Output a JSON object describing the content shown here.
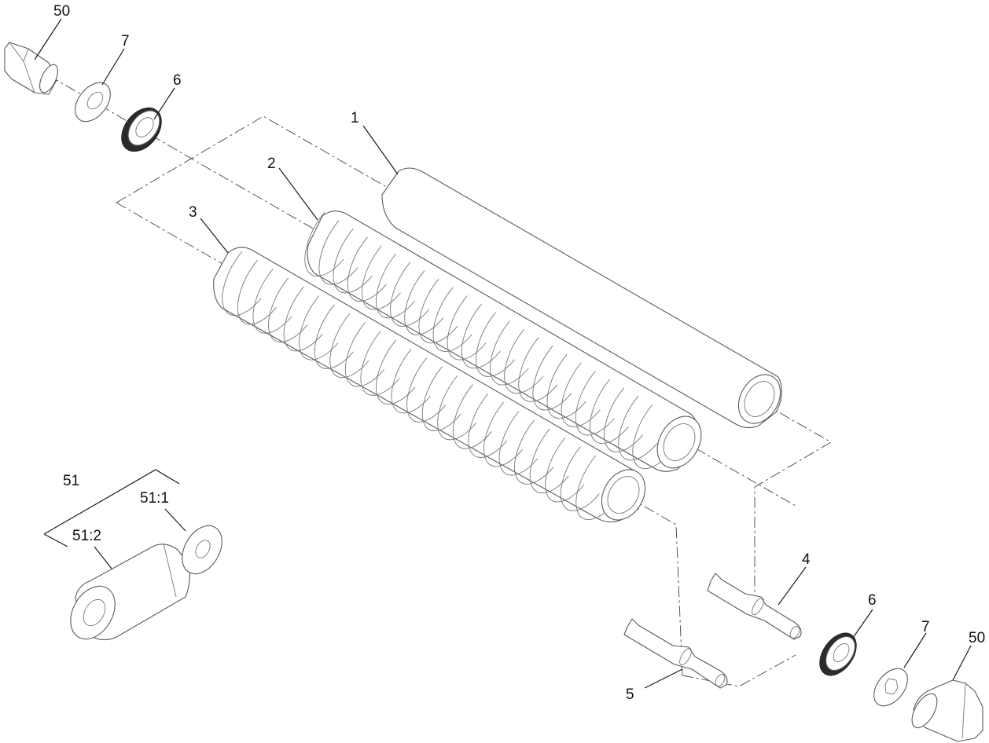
{
  "callouts": {
    "c50a": "50",
    "c7a": "7",
    "c6a": "6",
    "c1": "1",
    "c2": "2",
    "c3": "3",
    "c51": "51",
    "c51_1": "51:1",
    "c51_2": "51:2",
    "c4": "4",
    "c6b": "6",
    "c7b": "7",
    "c50b": "50",
    "c5": "5"
  }
}
